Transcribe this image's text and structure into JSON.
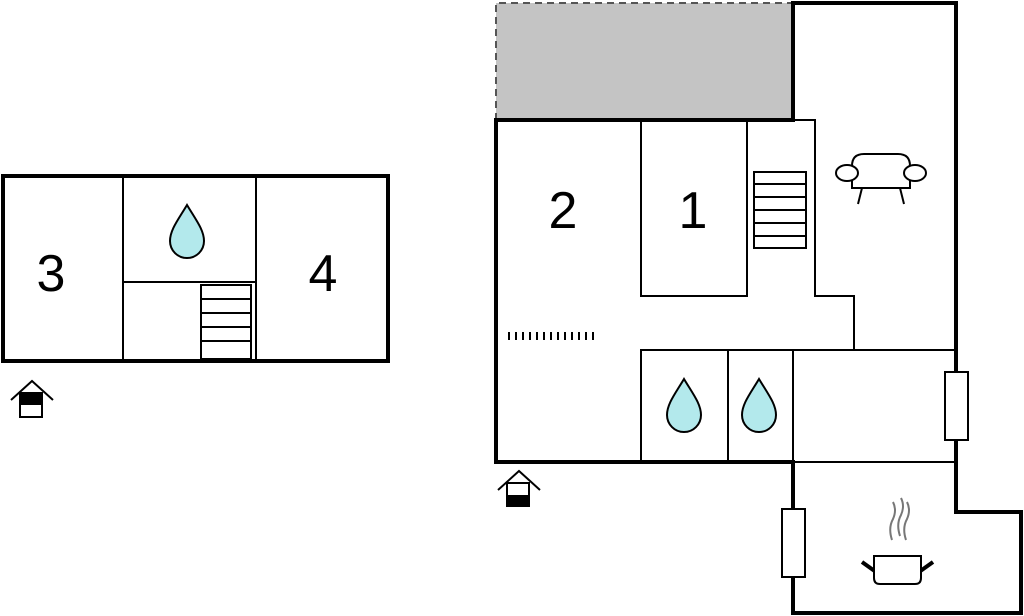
{
  "rooms": {
    "room_1": "1",
    "room_2": "2",
    "room_3": "3",
    "room_4": "4"
  },
  "colors": {
    "wall": "#000000",
    "terrace": "#c4c4c4",
    "water": "#b3e9ec",
    "steam": "#777777",
    "background": "#ffffff"
  },
  "icons": {
    "water_drop": "water-drop-icon",
    "sofa": "sofa-icon",
    "stairs": "stairs-icon",
    "cooking_pot": "cooking-pot-icon",
    "entrance": "entrance-house-icon",
    "radiator": "radiator-icon",
    "terrace": "terrace-area"
  }
}
